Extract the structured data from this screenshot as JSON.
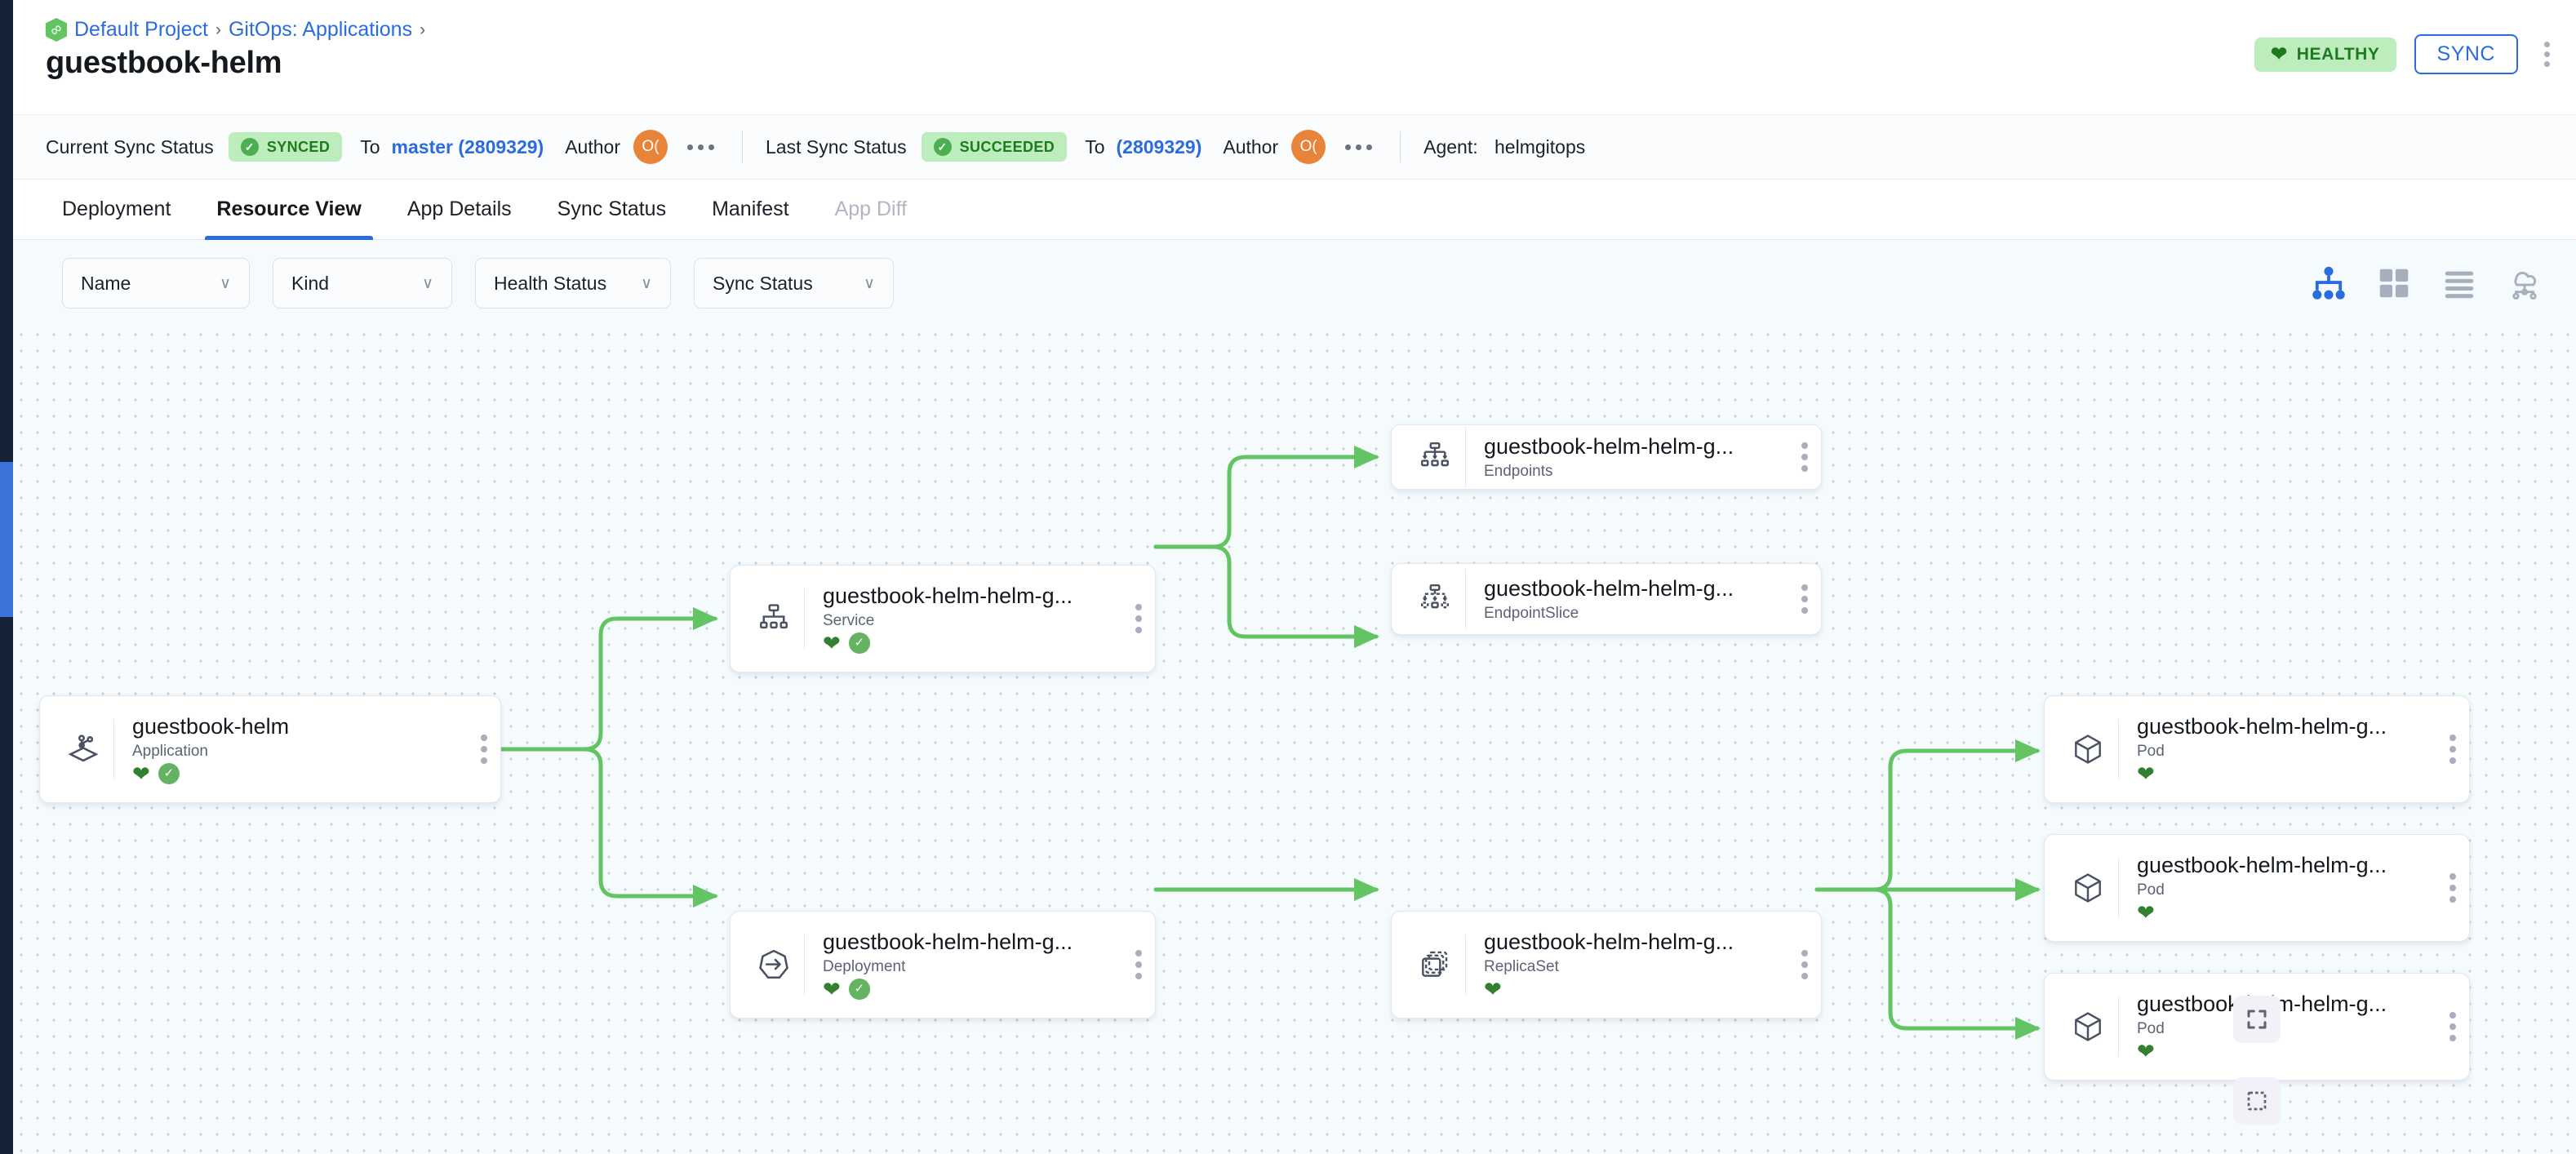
{
  "header": {
    "breadcrumb": [
      {
        "label": "Default Project",
        "icon": "project-logo-icon"
      },
      {
        "label": "GitOps: Applications"
      }
    ],
    "breadcrumb_separator": "›",
    "title": "guestbook-helm",
    "health_badge": {
      "label": "HEALTHY",
      "icon": "heart-icon",
      "color": "#1f7a1f",
      "background": "#bdecbd"
    },
    "sync_button": {
      "label": "SYNC",
      "color": "#2a6ce0"
    },
    "overflow_menu": "kebab-menu-icon"
  },
  "status_bar": {
    "current": {
      "label": "Current Sync Status",
      "chip": "SYNCED",
      "to_label": "To",
      "revision": "master (2809329)",
      "author_label": "Author",
      "author_initials": "O(",
      "author_avatar_color": "#e8833a",
      "more": "more-icon"
    },
    "last": {
      "label": "Last Sync Status",
      "chip": "SUCCEEDED",
      "to_label": "To",
      "revision": "(2809329)",
      "author_label": "Author",
      "author_initials": "O(",
      "author_avatar_color": "#e8833a",
      "more": "more-icon"
    },
    "agent_label": "Agent:",
    "agent_value": "helmgitops"
  },
  "tabs": [
    {
      "label": "Deployment",
      "active": false,
      "disabled": false
    },
    {
      "label": "Resource View",
      "active": true,
      "disabled": false
    },
    {
      "label": "App Details",
      "active": false,
      "disabled": false
    },
    {
      "label": "Sync Status",
      "active": false,
      "disabled": false
    },
    {
      "label": "Manifest",
      "active": false,
      "disabled": false
    },
    {
      "label": "App Diff",
      "active": false,
      "disabled": true
    }
  ],
  "toolbar": {
    "filters": [
      {
        "label": "Name",
        "name": "filter-name"
      },
      {
        "label": "Kind",
        "name": "filter-kind"
      },
      {
        "label": "Health Status",
        "name": "filter-health-status"
      },
      {
        "label": "Sync Status",
        "name": "filter-sync-status"
      }
    ],
    "chevron": "∨",
    "view_modes": [
      {
        "name": "tree-view-icon",
        "active": true
      },
      {
        "name": "grid-view-icon",
        "active": false
      },
      {
        "name": "list-view-icon",
        "active": false
      },
      {
        "name": "network-view-icon",
        "active": false
      }
    ],
    "active_accent": "#2a6ce0",
    "inactive_color": "#a8aebb"
  },
  "canvas": {
    "accent_edge_color": "#62c462",
    "controls": [
      {
        "name": "fit-view-icon"
      },
      {
        "name": "selection-box-icon"
      }
    ],
    "nodes": [
      {
        "id": "app",
        "name": "guestbook-helm",
        "kind": "Application",
        "icon": "application-icon",
        "health": true,
        "synced": true
      },
      {
        "id": "svc",
        "name": "guestbook-helm-helm-g...",
        "kind": "Service",
        "icon": "service-icon",
        "health": true,
        "synced": true
      },
      {
        "id": "ep",
        "name": "guestbook-helm-helm-g...",
        "kind": "Endpoints",
        "icon": "endpoints-icon",
        "health": false,
        "synced": false
      },
      {
        "id": "eps",
        "name": "guestbook-helm-helm-g...",
        "kind": "EndpointSlice",
        "icon": "endpointslice-icon",
        "health": false,
        "synced": false
      },
      {
        "id": "dep",
        "name": "guestbook-helm-helm-g...",
        "kind": "Deployment",
        "icon": "deployment-icon",
        "health": true,
        "synced": true
      },
      {
        "id": "rs",
        "name": "guestbook-helm-helm-g...",
        "kind": "ReplicaSet",
        "icon": "replicaset-icon",
        "health": true,
        "synced": false
      },
      {
        "id": "pod1",
        "name": "guestbook-helm-helm-g...",
        "kind": "Pod",
        "icon": "pod-icon",
        "health": true,
        "synced": false
      },
      {
        "id": "pod2",
        "name": "guestbook-helm-helm-g...",
        "kind": "Pod",
        "icon": "pod-icon",
        "health": true,
        "synced": false
      },
      {
        "id": "pod3",
        "name": "guestbook-helm-helm-g...",
        "kind": "Pod",
        "icon": "pod-icon",
        "health": true,
        "synced": false
      }
    ],
    "edges": [
      {
        "from": "app",
        "to": "svc"
      },
      {
        "from": "app",
        "to": "dep"
      },
      {
        "from": "svc",
        "to": "ep"
      },
      {
        "from": "svc",
        "to": "eps"
      },
      {
        "from": "dep",
        "to": "rs"
      },
      {
        "from": "rs",
        "to": "pod1"
      },
      {
        "from": "rs",
        "to": "pod2"
      },
      {
        "from": "rs",
        "to": "pod3"
      }
    ]
  }
}
